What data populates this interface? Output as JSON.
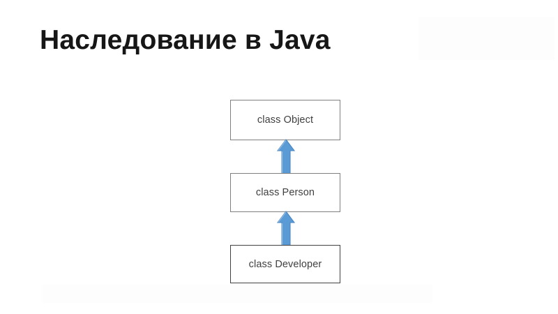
{
  "slide": {
    "title": "Наследование в Java",
    "background_color": "#ffffff",
    "title_color": "#161616"
  },
  "diagram": {
    "type": "inheritance-hierarchy",
    "direction": "bottom-to-top",
    "arrow_color": "#5b9bd5",
    "arrow_outline_color": "#4a87c4",
    "box_border_color": "#7f7f7f",
    "box_border_color_emphasis": "#404040",
    "box_text_color": "#3f3f3f",
    "nodes": [
      {
        "id": "object",
        "label": "class Object"
      },
      {
        "id": "person",
        "label": "class Person"
      },
      {
        "id": "developer",
        "label": "class Developer"
      }
    ],
    "edges": [
      {
        "from": "person",
        "to": "object",
        "style": "block-arrow-up"
      },
      {
        "from": "developer",
        "to": "person",
        "style": "block-arrow-up"
      }
    ]
  }
}
